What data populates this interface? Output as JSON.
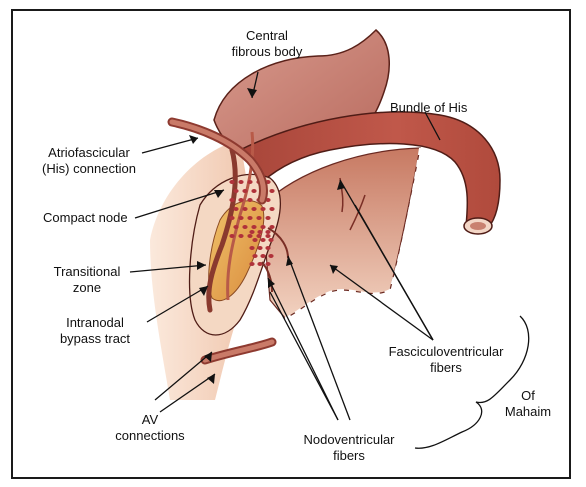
{
  "labels": {
    "central_fibrous_body": [
      "Central",
      "fibrous body"
    ],
    "bundle_of_his": [
      "Bundle of His"
    ],
    "atriofascicular": [
      "Atriofascicular",
      "(His) connection"
    ],
    "compact_node": [
      "Compact node"
    ],
    "transitional_zone": [
      "Transitional",
      "zone"
    ],
    "intranodal_bypass": [
      "Intranodal",
      "bypass tract"
    ],
    "fasciculoventricular": [
      "Fasciculoventricular",
      "fibers"
    ],
    "mahaim": [
      "Of",
      "Mahaim"
    ],
    "av_connections": [
      "AV",
      "connections"
    ],
    "nodoventricular": [
      "Nodoventricular",
      "fibers"
    ]
  },
  "colors": {
    "tissue_dark": "#9b3a33",
    "tissue_mid": "#c26a55",
    "tissue_light": "#e8b49a",
    "fibrous_body": "#c98577",
    "node_yellow": "#e9b15a",
    "dots": "#b0323a",
    "line": "#111111"
  }
}
